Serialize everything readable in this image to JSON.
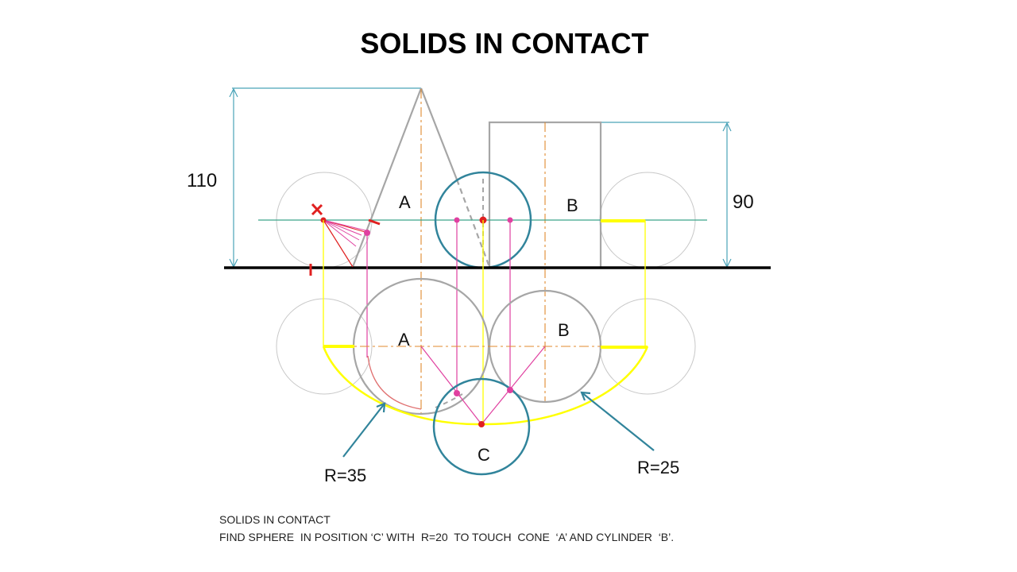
{
  "title": "SOLIDS IN CONTACT",
  "dimensions": {
    "cone_height": "110",
    "cylinder_height": "90"
  },
  "labels": {
    "elevation_cone": "A",
    "elevation_cylinder": "B",
    "plan_cone": "A",
    "plan_cylinder": "B",
    "plan_sphere": "C",
    "radius_left": "R=35",
    "radius_right": "R=25"
  },
  "caption": {
    "line1": "SOLIDS IN CONTACT",
    "line2": "FIND SPHERE  IN POSITION ‘C’ WITH  R=20  TO TOUCH  CONE  ‘A’ AND CYLINDER  ‘B’."
  },
  "colors": {
    "outline": "#a6a6a6",
    "light_circle": "#c8c8c8",
    "sphere": "#31849b",
    "dimension": "#4aa3b8",
    "centerline": "#e08a2e",
    "locus": "#ffff00",
    "projector": "#e040a0",
    "construction": "#e02020",
    "ground": "#000000"
  }
}
